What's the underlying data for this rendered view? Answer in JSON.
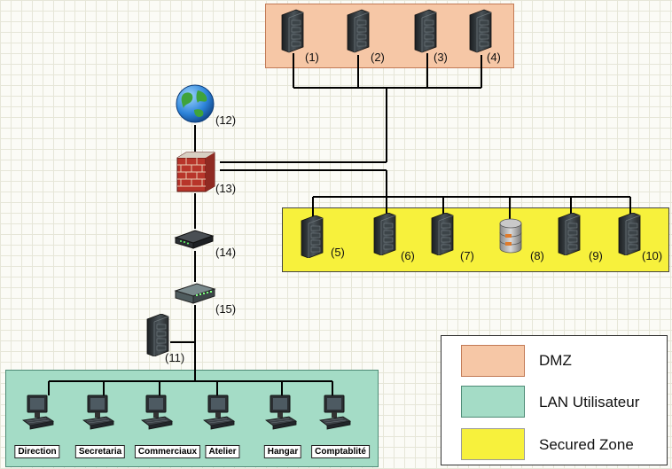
{
  "zones": {
    "dmz": {
      "color": "#f6c7a6"
    },
    "secured": {
      "color": "#f7f13c"
    },
    "lan": {
      "color": "#a4dcc6"
    }
  },
  "devices": {
    "s1": "(1)",
    "s2": "(2)",
    "s3": "(3)",
    "s4": "(4)",
    "s5": "(5)",
    "s6": "(6)",
    "s7": "(7)",
    "db8": "(8)",
    "s9": "(9)",
    "s10": "(10)",
    "s11": "(11)",
    "internet": "(12)",
    "firewall": "(13)",
    "router": "(14)",
    "switch": "(15)"
  },
  "workstations": [
    "Direction",
    "Secretaria",
    "Commerciaux",
    "Atelier",
    "Hangar",
    "Comptablité"
  ],
  "legend": {
    "items": [
      {
        "label": "DMZ",
        "color": "#f6c7a6"
      },
      {
        "label": "LAN Utilisateur",
        "color": "#a4dcc6"
      },
      {
        "label": "Secured Zone",
        "color": "#f7f13c"
      }
    ]
  }
}
